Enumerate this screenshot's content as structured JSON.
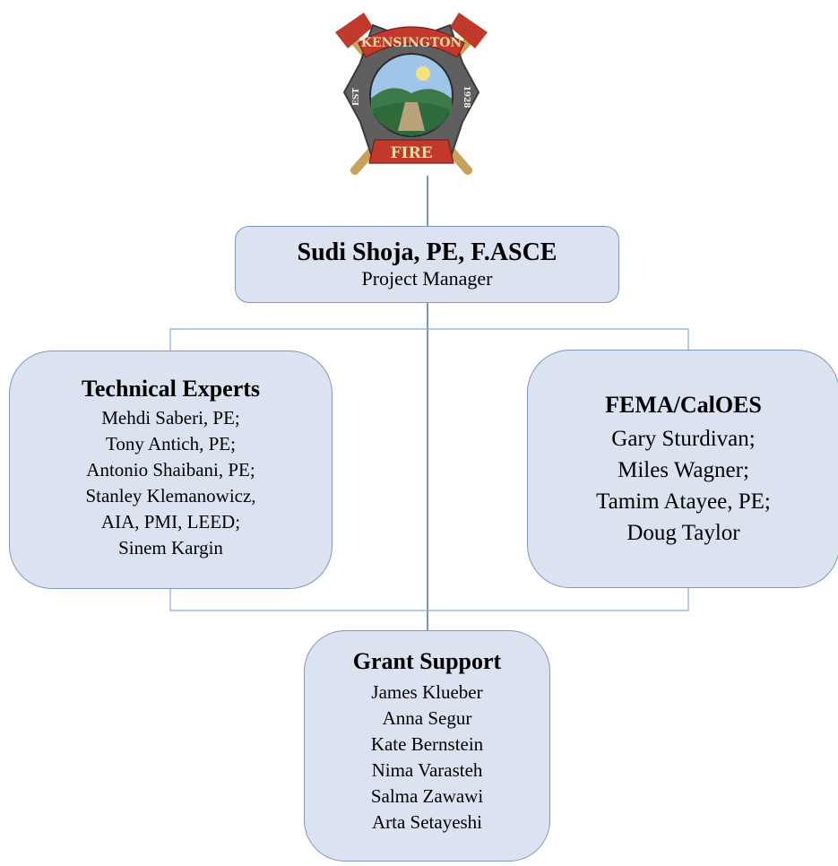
{
  "logo": {
    "top_text": "KENSINGTON",
    "left_text": "EST",
    "right_text": "1928",
    "bottom_text": "FIRE",
    "colors": {
      "red": "#c0392b",
      "gold": "#c9a25a",
      "sky": "#9fc6e8",
      "forest": "#2f6b3a",
      "gray": "#6b6b6b"
    }
  },
  "manager": {
    "name": "Sudi Shoja, PE, F.ASCE",
    "role": "Project Manager"
  },
  "technical_experts": {
    "title": "Technical Experts",
    "members": [
      "Mehdi Saberi, PE;",
      "Tony Antich, PE;",
      "Antonio Shaibani, PE;",
      "Stanley Klemanowicz,",
      "AIA, PMI, LEED;",
      "Sinem Kargin"
    ]
  },
  "fema_caloes": {
    "title": "FEMA/CalOES",
    "members": [
      "Gary Sturdivan;",
      "Miles Wagner;",
      "Tamim Atayee, PE;",
      "Doug Taylor"
    ]
  },
  "grant_support": {
    "title": "Grant Support",
    "members": [
      "James Klueber",
      "Anna Segur",
      "Kate Bernstein",
      "Nima Varasteh",
      "Salma Zawawi",
      "Arta Setayeshi"
    ]
  },
  "colors": {
    "box_fill": "#dbe3f1",
    "box_border": "#7f96bd",
    "connector_main": "#4472c4",
    "connector_secondary": "#8fa9d6"
  }
}
